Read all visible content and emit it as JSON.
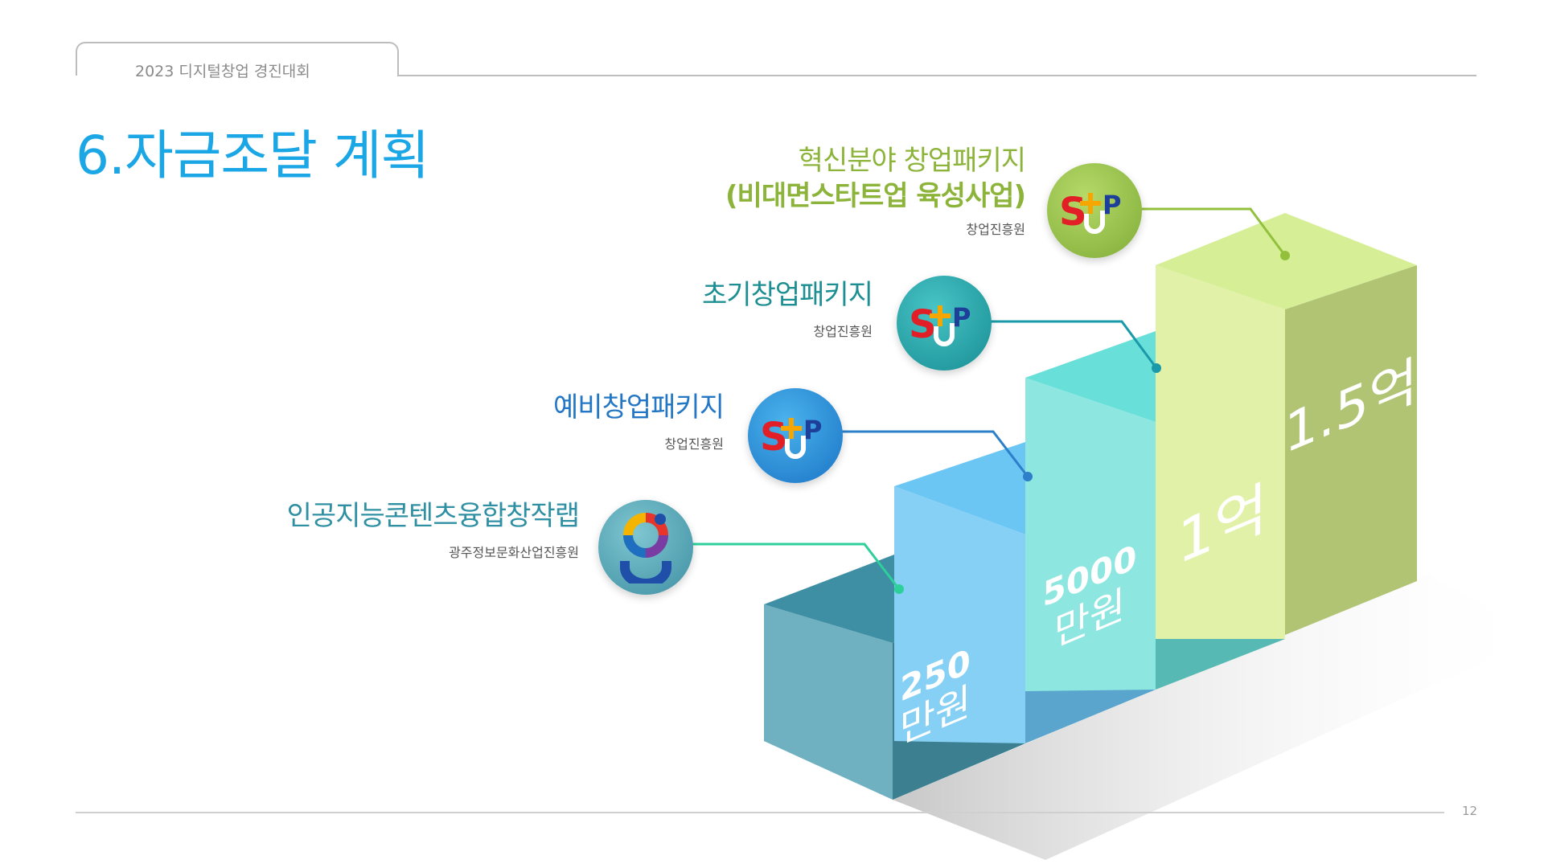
{
  "header": {
    "title": "2023 디지털창업 경진대회"
  },
  "page": {
    "title": "6.자금조달 계획",
    "number": "12"
  },
  "steps": [
    {
      "name": "인공지능콘텐츠융합창작랩",
      "org": "광주정보문화산업진흥원",
      "amount_top": "250",
      "amount_bottom": "만원",
      "color": "#2f8fa3",
      "logo": "g-logo-icon"
    },
    {
      "name": "예비창업패키지",
      "org": "창업진흥원",
      "amount_top": "5000",
      "amount_bottom": "만원",
      "color": "#2377c4",
      "logo": "startup-logo-icon"
    },
    {
      "name": "초기창업패키지",
      "org": "창업진흥원",
      "amount_top": "1억",
      "amount_bottom": "",
      "color": "#1d8f93",
      "logo": "startup-logo-icon"
    },
    {
      "name_line1": "혁신분야 창업패키지",
      "name_line2": "(비대면스타트업 육성사업)",
      "org": "창업진흥원",
      "amount_top": "1.5억",
      "amount_bottom": "",
      "color": "#8db43a",
      "logo": "startup-logo-icon"
    }
  ]
}
